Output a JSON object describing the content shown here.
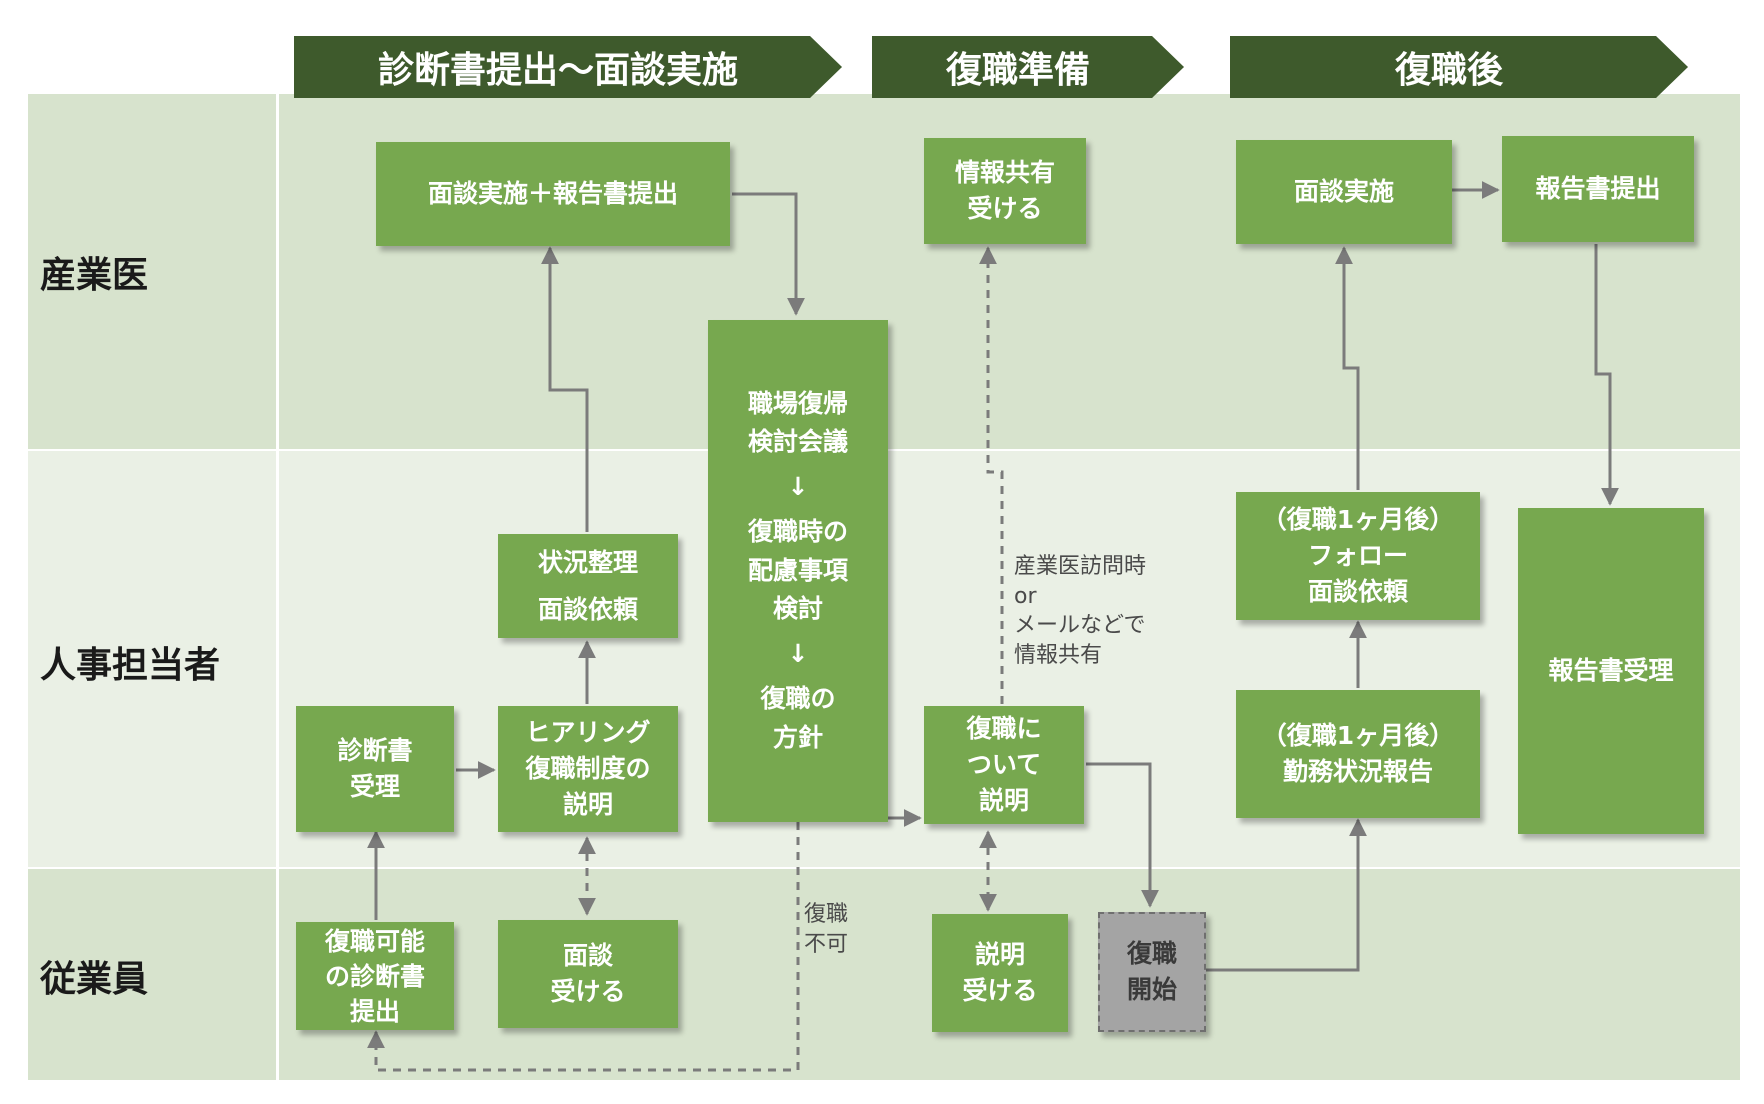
{
  "phases": [
    "診断書提出～面談実施",
    "復職準備",
    "復職後"
  ],
  "lanes": [
    "産業医",
    "人事担当者",
    "従業員"
  ],
  "boxes": {
    "interview_report": "面談実施＋報告書提出",
    "info_share": [
      "情報共有",
      "受ける"
    ],
    "followup_interview": "面談実施",
    "report_submit": "報告書提出",
    "return_meeting": [
      "職場復帰",
      "検討会議",
      "↓",
      "復職時の",
      "配慮事項",
      "検討",
      "↓",
      "復職の",
      "方針"
    ],
    "situation_organize": [
      "状況整理",
      "面談依頼"
    ],
    "followup_request": [
      "（復職1ヶ月後）",
      "フォロー",
      "面談依頼"
    ],
    "report_receive": "報告書受理",
    "certificate_receive": [
      "診断書",
      "受理"
    ],
    "hearing": [
      "ヒアリング",
      "復職制度の",
      "説明"
    ],
    "return_explain": [
      "復職に",
      "ついて",
      "説明"
    ],
    "work_status_report": [
      "（復職1ヶ月後）",
      "勤務状況報告"
    ],
    "certificate_submit": [
      "復職可能",
      "の診断書",
      "提出"
    ],
    "interview_receive": [
      "面談",
      "受ける"
    ],
    "explain_receive": [
      "説明",
      "受ける"
    ],
    "return_start": [
      "復職",
      "開始"
    ]
  },
  "notes": {
    "visit": [
      "産業医訪問時",
      "or",
      "メールなどで",
      "情報共有"
    ],
    "not_possible": [
      "復職",
      "不可"
    ]
  },
  "colors": {
    "phase": "#3e5a2c",
    "box": "#77a84f",
    "lane_dark": "#d7e3cd",
    "lane_light": "#eaf0e5",
    "line": "#7b7b7b",
    "gray_box": "#a4a4a4"
  }
}
